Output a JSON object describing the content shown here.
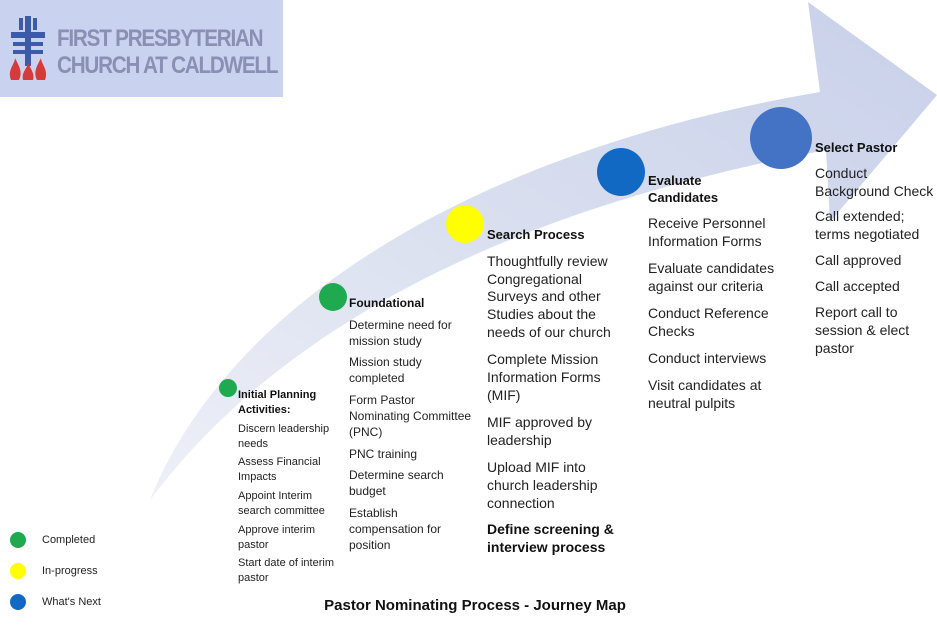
{
  "logo": {
    "line1": "FIRST PRESBYTERIAN",
    "line2": "CHURCH AT CALDWELL",
    "icon": "presbyterian-seal-icon",
    "background": "#c9d3f0",
    "text_color": "#8a8fb3",
    "seal_blue": "#3b5ba8",
    "seal_red": "#d63a3a"
  },
  "colors": {
    "arrow": "#d7dcef",
    "completed": "#1faa4f",
    "in_progress": "#ffff00",
    "whats_next": "#1169c4",
    "select_pastor": "#4472c4"
  },
  "stages": [
    {
      "title_lines": [
        "Initial Planning",
        "Activities:"
      ],
      "status": "completed",
      "items": [
        "Discern leadership needs",
        "Assess Financial Impacts",
        "Appoint Interim search committee",
        "Approve interim pastor",
        "Start date of interim pastor"
      ]
    },
    {
      "title": "Foundational",
      "status": "completed",
      "items": [
        "Determine need for mission study",
        "Mission study completed",
        "Form Pastor Nominating Committee (PNC)",
        "PNC training",
        "Determine search budget",
        "Establish compensation for position"
      ]
    },
    {
      "title": "Search Process",
      "status": "in_progress",
      "items": [
        "Thoughtfully review Congregational Surveys and other Studies about the needs of our church",
        "Complete Mission Information Forms (MIF)",
        "MIF approved by leadership",
        "Upload MIF into church leadership connection",
        "Define screening & interview process"
      ]
    },
    {
      "title_lines": [
        "Evaluate",
        "Candidates"
      ],
      "status": "whats_next",
      "items": [
        "Receive Personnel Information Forms",
        "Evaluate candidates against our criteria",
        "Conduct Reference Checks",
        "Conduct interviews",
        "Visit candidates at neutral pulpits"
      ]
    },
    {
      "title": "Select Pastor",
      "status": "whats_next",
      "items": [
        "Conduct Background Check",
        "Call extended; terms negotiated",
        "Call approved",
        "Call accepted",
        "Report call to session & elect pastor"
      ]
    }
  ],
  "legend": [
    {
      "label": "Completed",
      "color": "#1faa4f"
    },
    {
      "label": "In-progress",
      "color": "#ffff00"
    },
    {
      "label": "What's Next",
      "color": "#1169c4"
    }
  ],
  "footer": {
    "title": "Pastor Nominating Process - Journey Map"
  }
}
